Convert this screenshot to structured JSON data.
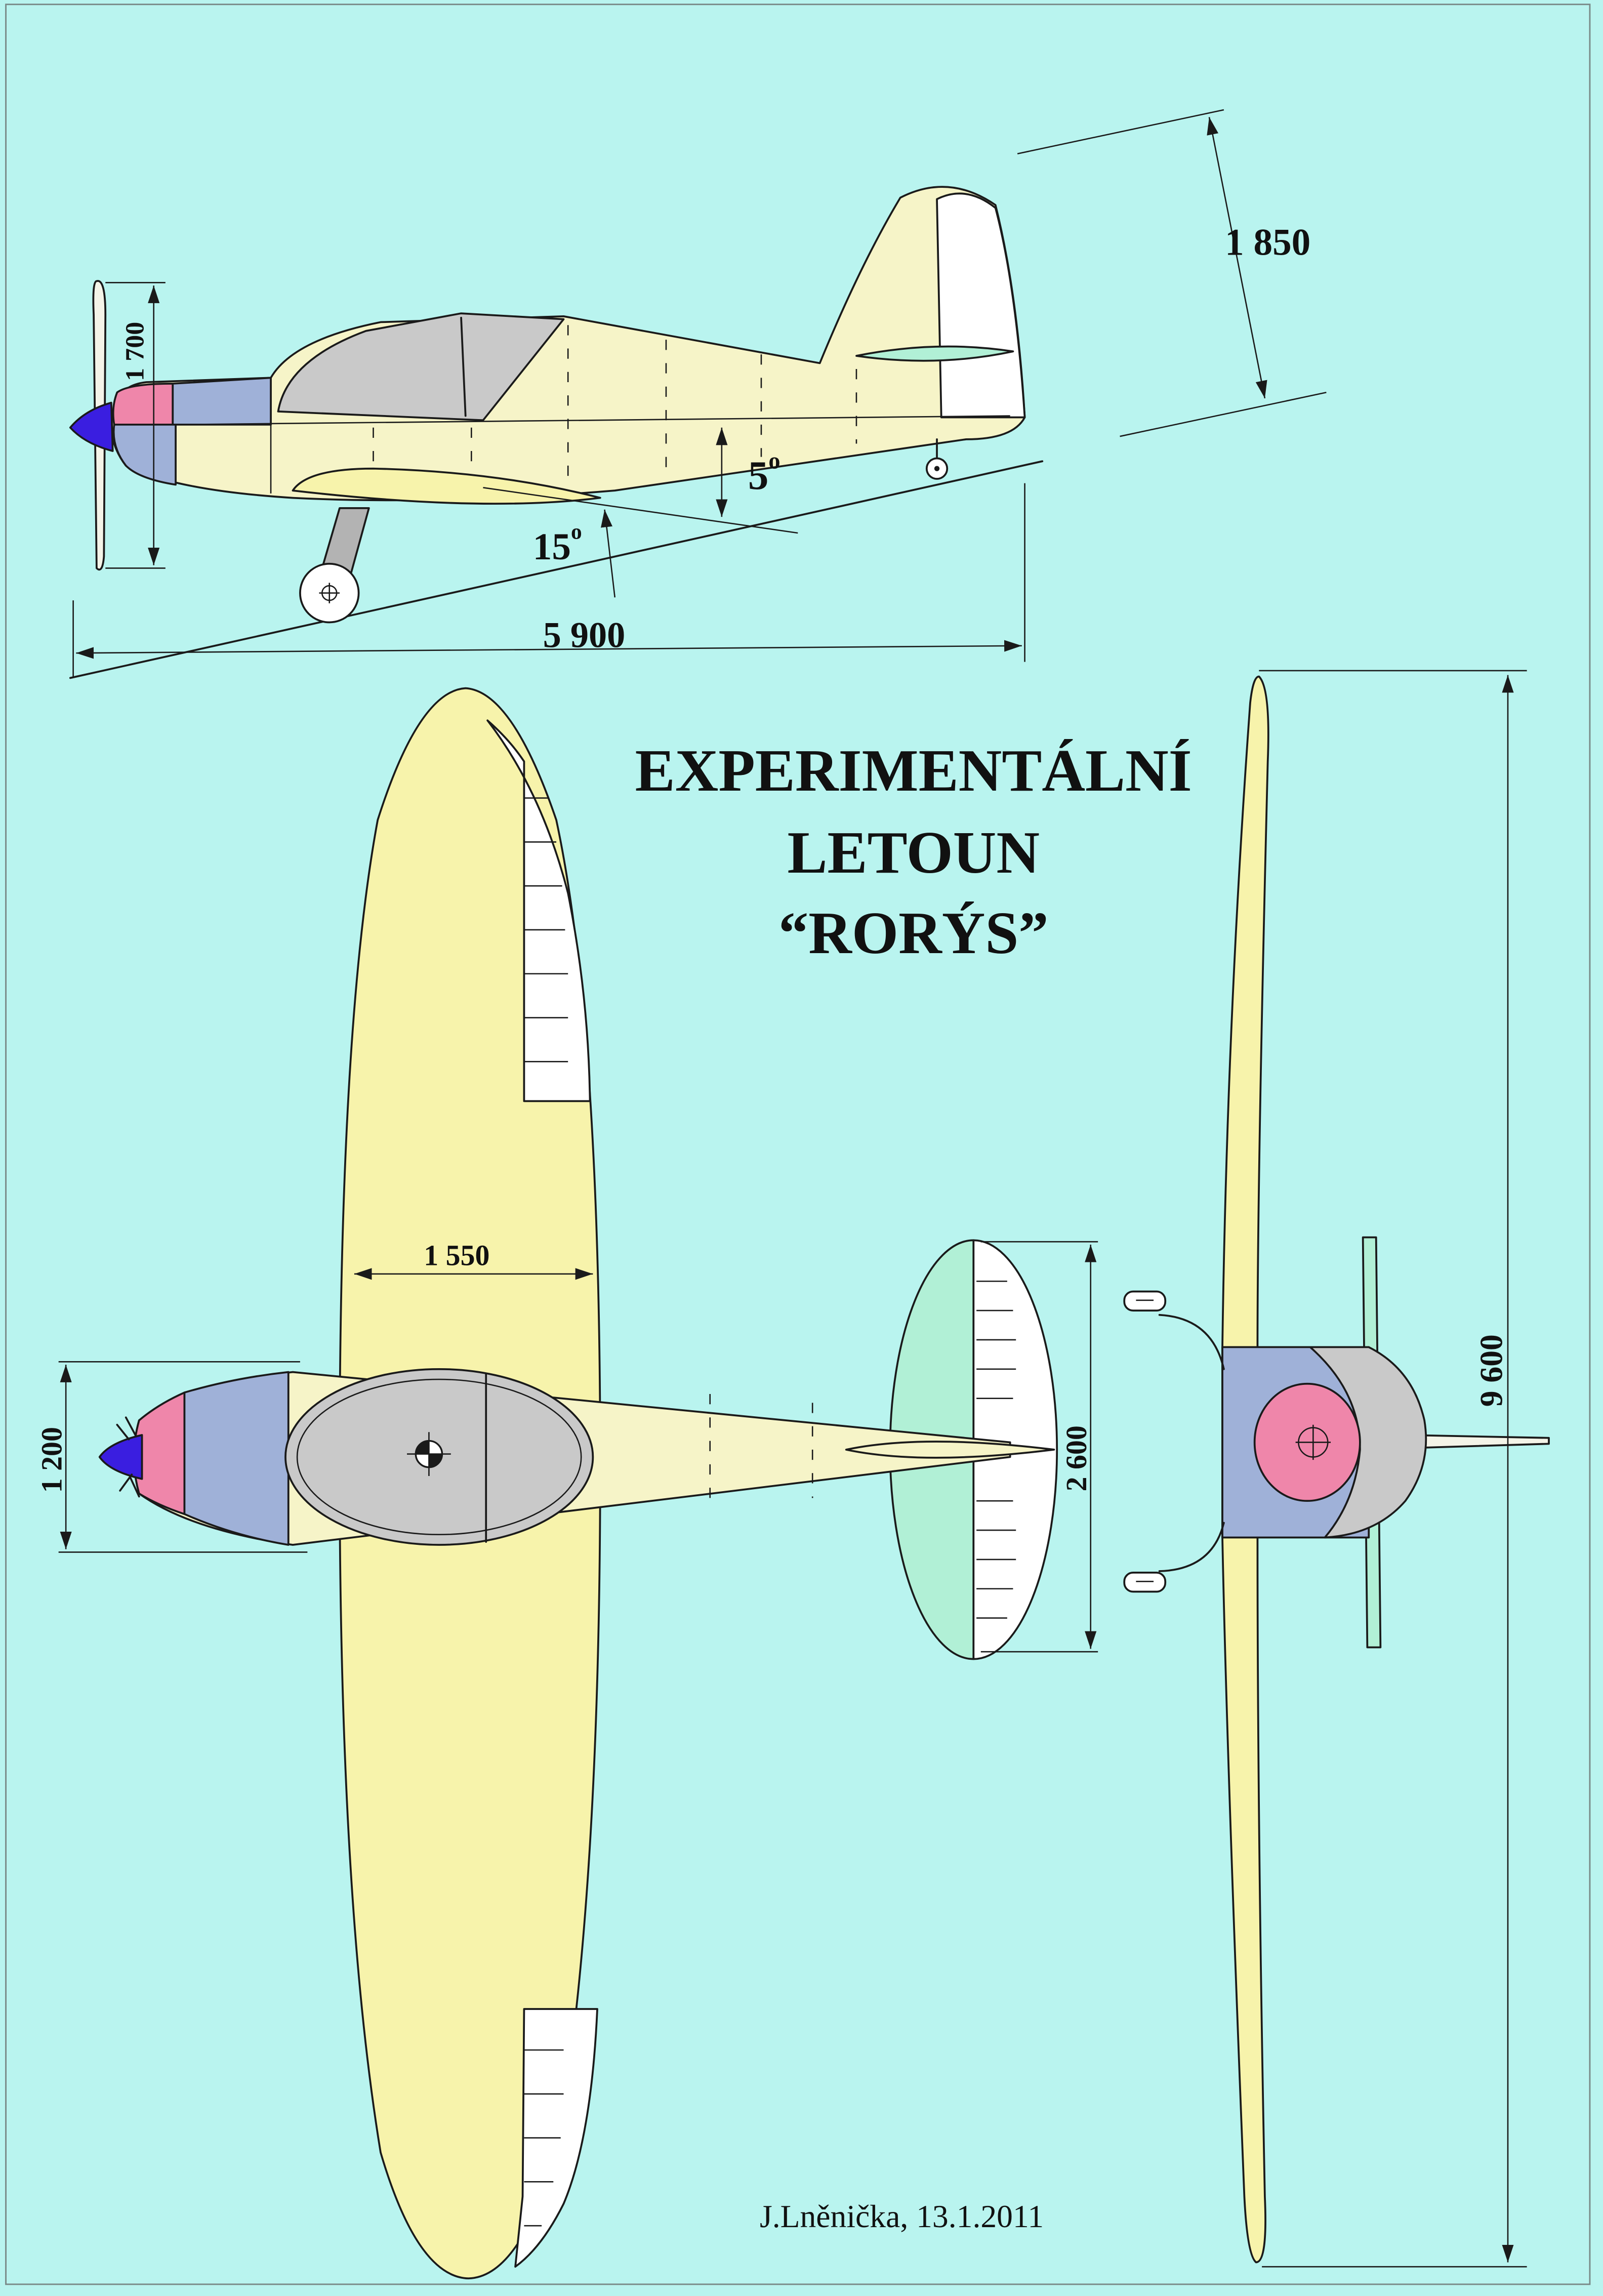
{
  "title": {
    "line1": "EXPERIMENTÁLNÍ",
    "line2": "LETOUN",
    "line3": "“RORÝS”"
  },
  "signature": "J.Lněnička, 13.1.2011",
  "side_view": {
    "dim_height": "1 850",
    "dim_propeller": "1 700",
    "dim_length": "5 900",
    "angle_tail": {
      "value": "5",
      "sup": "o"
    },
    "angle_wing": {
      "value": "15",
      "sup": "o"
    }
  },
  "top_view": {
    "dim_wing_chord": "1 550",
    "dim_fuselage_width": "1 200",
    "dim_tail_span": "2 600"
  },
  "front_view": {
    "dim_wing_span": "9 600"
  },
  "colors": {
    "background": "#b9f4ef",
    "border": "#7a8a88",
    "wing": "#f7f3ab",
    "fuselage": "#f6f4c8",
    "canopy": "#c9c9c9",
    "nose_blue": "#9fb1d8",
    "nose_pink": "#ef86aa",
    "spinner": "#3a1ee0",
    "tail_green": "#b1f0d6",
    "control_surface": "#ffffff",
    "gear": "#b3b3b3",
    "propeller": "#f4f4e8"
  }
}
